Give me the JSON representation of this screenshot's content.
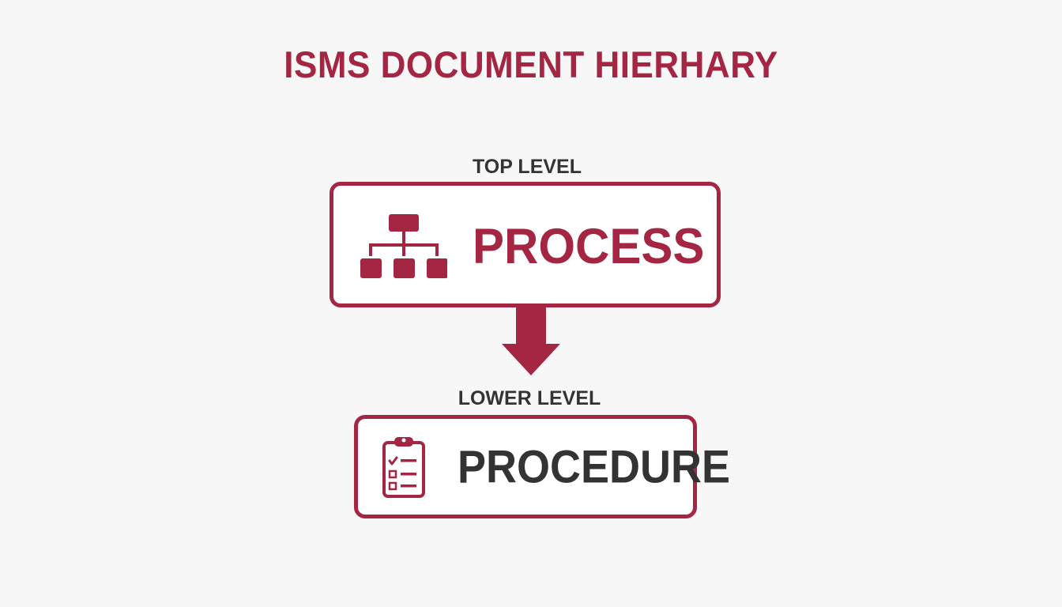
{
  "title": "ISMS DOCUMENT HIERHARY",
  "levels": {
    "top": {
      "label": "TOP LEVEL",
      "box_text": "PROCESS",
      "icon": "hierarchy-icon"
    },
    "lower": {
      "label": "LOWER LEVEL",
      "box_text": "PROCEDURE",
      "icon": "clipboard-checklist-icon"
    }
  },
  "colors": {
    "accent": "#a52642",
    "dark_text": "#333333",
    "background": "#f7f7f7"
  }
}
